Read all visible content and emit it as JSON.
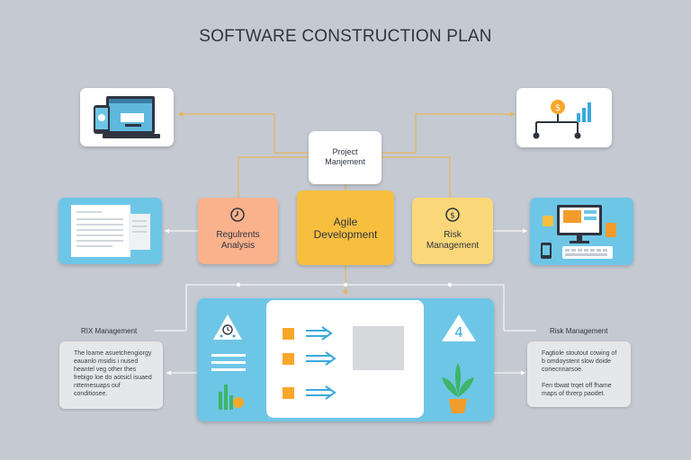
{
  "title": "SOFTWARE CONSTRUCTION PLAN",
  "nodes": {
    "project_management": "Project\nManjement",
    "agile_development": "Agile\nDevelopment",
    "requirements_analysis": "Regulrents\nAnalysis",
    "risk_management": "Risk\nManagement"
  },
  "icons": {
    "requirements": "clock-icon",
    "risk": "dollar-coin-icon",
    "top_right": "dollar-growth-chart-icon",
    "top_left": "laptop-screen-icon",
    "left_doc": "document-icon",
    "right_desktop": "desktop-computer-icon",
    "panel_left_top": "warning-triangle-icon",
    "panel_right_top": "warning-triangle-icon",
    "panel_plant": "potted-plant-icon"
  },
  "side_labels": {
    "left": "RIX Management",
    "right": "Risk Management"
  },
  "notes": {
    "left": "The loame asuetchengiorgy eauanlo msidis i nused heantel veg other thes frebigo loe do aotsicl isuaed nttemesuaps ouf conditiosee.",
    "right_1": "Fagtiole stoutout cowing of b omdoystent slow doide conecnnarsoe.",
    "right_2": "Fen tbwat trqet off fhame maps of threrp paodet."
  },
  "colors": {
    "background": "#c5c9d2",
    "orange": "#f9b28b",
    "yellow": "#f8bf3f",
    "light_yellow": "#fad778",
    "blue": "#6ec6e6",
    "connector": "#e5b65a"
  }
}
